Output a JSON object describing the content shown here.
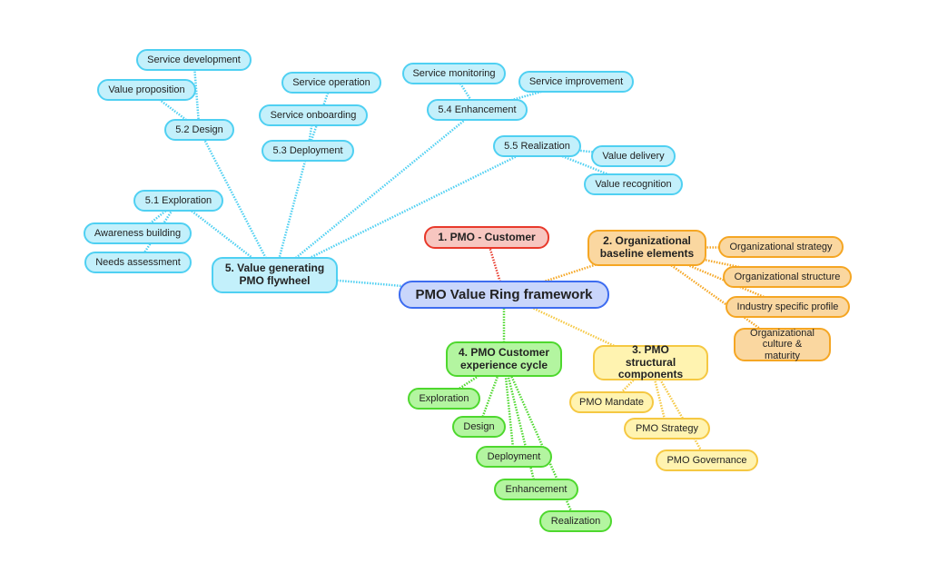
{
  "title": "PMO Value Ring framework",
  "colors": {
    "blue": "#3d6cf0",
    "red": "#e8392b",
    "orange": "#f5a623",
    "yellow": "#f5c842",
    "green": "#4ed82e",
    "cyan": "#4fd0f2"
  },
  "branch1": {
    "label": "1. PMO - Customer"
  },
  "branch2": {
    "label": "2. Organizational baseline elements",
    "children": [
      "Organizational strategy",
      "Organizational structure",
      "Industry specific profile",
      "Organizational culture & maturity"
    ]
  },
  "branch3": {
    "label": "3. PMO structural components",
    "children": [
      "PMO Mandate",
      "PMO Strategy",
      "PMO Governance"
    ]
  },
  "branch4": {
    "label": "4. PMO Customer experience cycle",
    "children": [
      "Exploration",
      "Design",
      "Deployment",
      "Enhancement",
      "Realization"
    ]
  },
  "branch5": {
    "label": "5. Value generating PMO flywheel",
    "s1": {
      "label": "5.1 Exploration",
      "children": [
        "Awareness building",
        "Needs assessment"
      ]
    },
    "s2": {
      "label": "5.2 Design",
      "children": [
        "Value proposition",
        "Service development"
      ]
    },
    "s3": {
      "label": "5.3 Deployment",
      "children": [
        "Service onboarding",
        "Service operation"
      ]
    },
    "s4": {
      "label": "5.4 Enhancement",
      "children": [
        "Service monitoring",
        "Service improvement"
      ]
    },
    "s5": {
      "label": "5.5 Realization",
      "children": [
        "Value delivery",
        "Value recognition"
      ]
    }
  }
}
